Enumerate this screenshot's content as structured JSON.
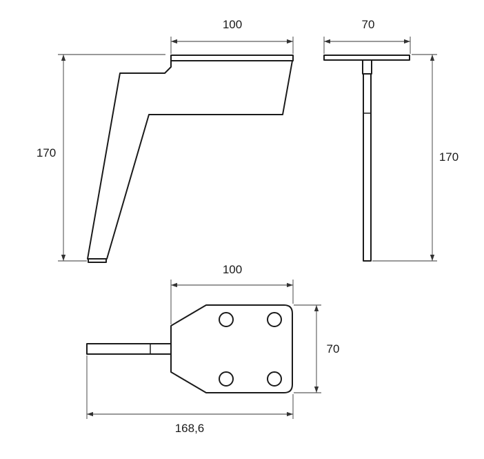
{
  "drawing": {
    "line_color": "#1a1a1a",
    "background": "#ffffff",
    "side_view": {
      "width_label": "100",
      "height_label": "170"
    },
    "front_view": {
      "width_label": "70",
      "height_label": "170"
    },
    "top_view": {
      "plate_width_label": "100",
      "plate_height_label": "70",
      "overall_length_label": "168,6",
      "mounting_holes": 4
    }
  }
}
